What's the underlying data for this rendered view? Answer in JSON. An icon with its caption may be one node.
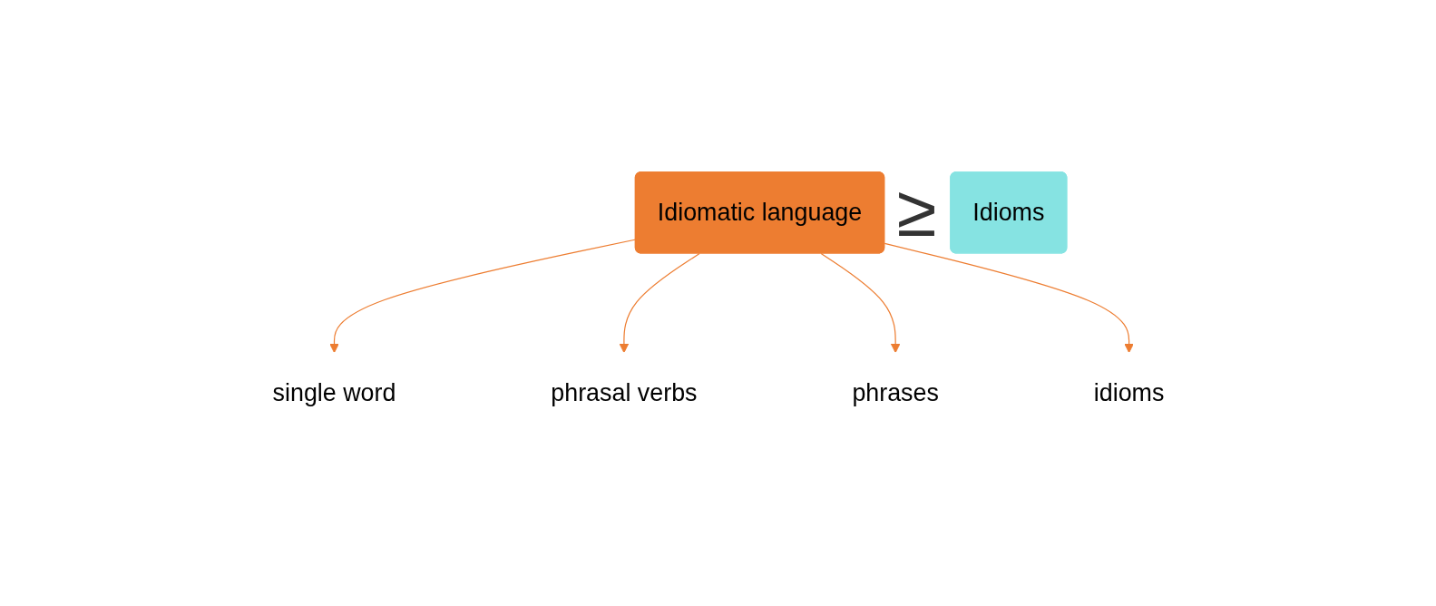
{
  "diagram": {
    "nodes": [
      {
        "text": [
          "Idiomatic language"
        ]
      },
      {
        "text": [
          "Idioms"
        ]
      },
      {
        "text": [
          "single word"
        ]
      },
      {
        "text": [
          "phrasal verbs"
        ]
      },
      {
        "text": [
          "phrases"
        ]
      },
      {
        "text": [
          "idioms"
        ]
      }
    ],
    "edges": [
      {
        "from": 0,
        "to": 2,
        "arrow": "to"
      },
      {
        "from": 0,
        "to": 3,
        "arrow": "to"
      },
      {
        "from": 0,
        "to": 4,
        "arrow": "to"
      },
      {
        "from": 0,
        "to": 5,
        "arrow": "to"
      }
    ],
    "labels": [
      "≥"
    ]
  }
}
